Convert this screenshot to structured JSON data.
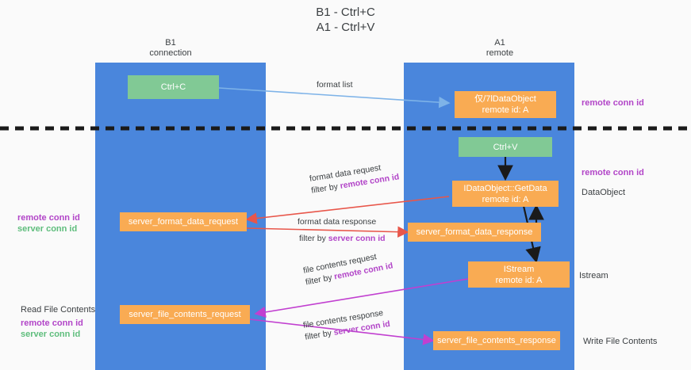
{
  "title": "B1 - Ctrl+C\nA1 - Ctrl+V",
  "columns": {
    "left": {
      "name": "B1",
      "role": "connection"
    },
    "right": {
      "name": "A1",
      "role": "remote"
    }
  },
  "nodes": {
    "ctrl_c": {
      "label": "Ctrl+C",
      "color": "#81c995"
    },
    "ctrl_v": {
      "label": "Ctrl+V",
      "color": "#81c995"
    },
    "dataobject_remote": {
      "line1": "仅/7lDataObject",
      "line2": "remote id: A",
      "color": "#f9ab53"
    },
    "getdata": {
      "line1": "IDataObject::GetData",
      "line2": "remote id: A",
      "color": "#f9ab53"
    },
    "istream": {
      "line1": "IStream",
      "line2": "remote id: A",
      "color": "#f9ab53"
    },
    "server_format_data_request": {
      "label": "server_format_data_request",
      "color": "#f9ab53"
    },
    "server_format_data_response": {
      "label": "server_format_data_response",
      "color": "#f9ab53"
    },
    "server_file_contents_request": {
      "label": "server_file_contents_request",
      "color": "#f9ab53"
    },
    "server_file_contents_response": {
      "label": "server_file_contents_response",
      "color": "#f9ab53"
    }
  },
  "edges": {
    "format_list": {
      "label": "format list"
    },
    "format_data_request": {
      "label": "format data request",
      "filter_prefix": "filter by ",
      "filter_key": "remote conn id"
    },
    "format_data_response": {
      "label": "format data response",
      "filter_prefix": "filter by ",
      "filter_key": "server conn id"
    },
    "file_contents_request": {
      "label": "file contents request",
      "filter_prefix": "filter by ",
      "filter_key": "remote conn id"
    },
    "file_contents_response": {
      "label": "file contents response",
      "filter_prefix": "filter by ",
      "filter_key": "server conn id"
    }
  },
  "annotations": {
    "right_top_remote": "remote conn id",
    "right_mid_remote": "remote conn id",
    "right_dataobject": "DataObject",
    "right_istream": "Istream",
    "right_write_file": "Write File Contents",
    "left_remote_conn": "remote conn id",
    "left_server_conn": "server conn id",
    "left_read_file": "Read File Contents",
    "left_remote_conn2": "remote conn id",
    "left_server_conn2": "server conn id"
  },
  "colors": {
    "lane": "#4a86dc",
    "orange": "#f9ab53",
    "green": "#81c995",
    "purple": "#b245c8",
    "green_text": "#5ebd7c",
    "blue_arrow": "#7eb3e8",
    "red_arrow": "#e8564a",
    "magenta_arrow": "#c13fd0",
    "black_arrow": "#1a1a1a",
    "divider": "#1a1a1a"
  }
}
